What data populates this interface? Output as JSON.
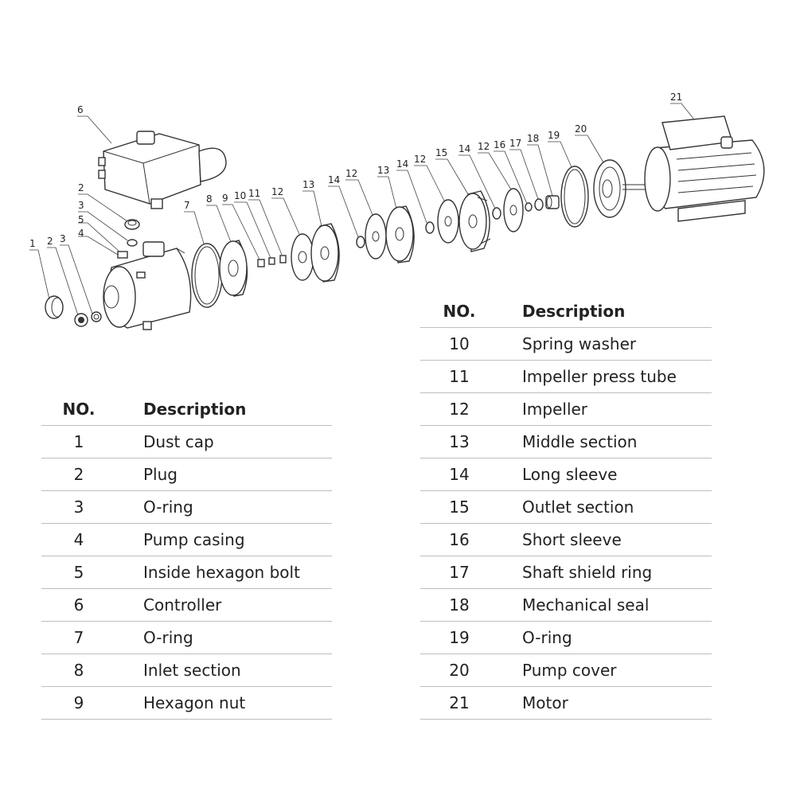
{
  "diagram": {
    "callouts": [
      {
        "id": "c1",
        "label": "1"
      },
      {
        "id": "c2a",
        "label": "2"
      },
      {
        "id": "c3a",
        "label": "3"
      },
      {
        "id": "c2b",
        "label": "2"
      },
      {
        "id": "c3b",
        "label": "3"
      },
      {
        "id": "c4",
        "label": "4"
      },
      {
        "id": "c5",
        "label": "5"
      },
      {
        "id": "c6",
        "label": "6"
      },
      {
        "id": "c7",
        "label": "7"
      },
      {
        "id": "c8",
        "label": "8"
      },
      {
        "id": "c9",
        "label": "9"
      },
      {
        "id": "c10",
        "label": "10"
      },
      {
        "id": "c11",
        "label": "11"
      },
      {
        "id": "c12a",
        "label": "12"
      },
      {
        "id": "c13a",
        "label": "13"
      },
      {
        "id": "c14a",
        "label": "14"
      },
      {
        "id": "c12b",
        "label": "12"
      },
      {
        "id": "c13b",
        "label": "13"
      },
      {
        "id": "c14b",
        "label": "14"
      },
      {
        "id": "c12c",
        "label": "12"
      },
      {
        "id": "c15",
        "label": "15"
      },
      {
        "id": "c14c",
        "label": "14"
      },
      {
        "id": "c12d",
        "label": "12"
      },
      {
        "id": "c16",
        "label": "16"
      },
      {
        "id": "c17",
        "label": "17"
      },
      {
        "id": "c18",
        "label": "18"
      },
      {
        "id": "c19",
        "label": "19"
      },
      {
        "id": "c20",
        "label": "20"
      },
      {
        "id": "c21",
        "label": "21"
      }
    ]
  },
  "tables": {
    "left": {
      "header": {
        "no": "NO.",
        "desc": "Description"
      },
      "rows": [
        {
          "no": "1",
          "desc": "Dust cap"
        },
        {
          "no": "2",
          "desc": "Plug"
        },
        {
          "no": "3",
          "desc": "O-ring"
        },
        {
          "no": "4",
          "desc": "Pump casing"
        },
        {
          "no": "5",
          "desc": "Inside hexagon bolt"
        },
        {
          "no": "6",
          "desc": "Controller"
        },
        {
          "no": "7",
          "desc": "O-ring"
        },
        {
          "no": "8",
          "desc": "Inlet section"
        },
        {
          "no": "9",
          "desc": "Hexagon nut"
        }
      ]
    },
    "right": {
      "header": {
        "no": "NO.",
        "desc": "Description"
      },
      "rows": [
        {
          "no": "10",
          "desc": "Spring washer"
        },
        {
          "no": "11",
          "desc": "Impeller press tube"
        },
        {
          "no": "12",
          "desc": "Impeller"
        },
        {
          "no": "13",
          "desc": "Middle section"
        },
        {
          "no": "14",
          "desc": "Long sleeve"
        },
        {
          "no": "15",
          "desc": "Outlet section"
        },
        {
          "no": "16",
          "desc": "Short sleeve"
        },
        {
          "no": "17",
          "desc": "Shaft shield ring"
        },
        {
          "no": "18",
          "desc": "Mechanical seal"
        },
        {
          "no": "19",
          "desc": "O-ring"
        },
        {
          "no": "20",
          "desc": "Pump cover"
        },
        {
          "no": "21",
          "desc": "Motor"
        }
      ]
    }
  }
}
